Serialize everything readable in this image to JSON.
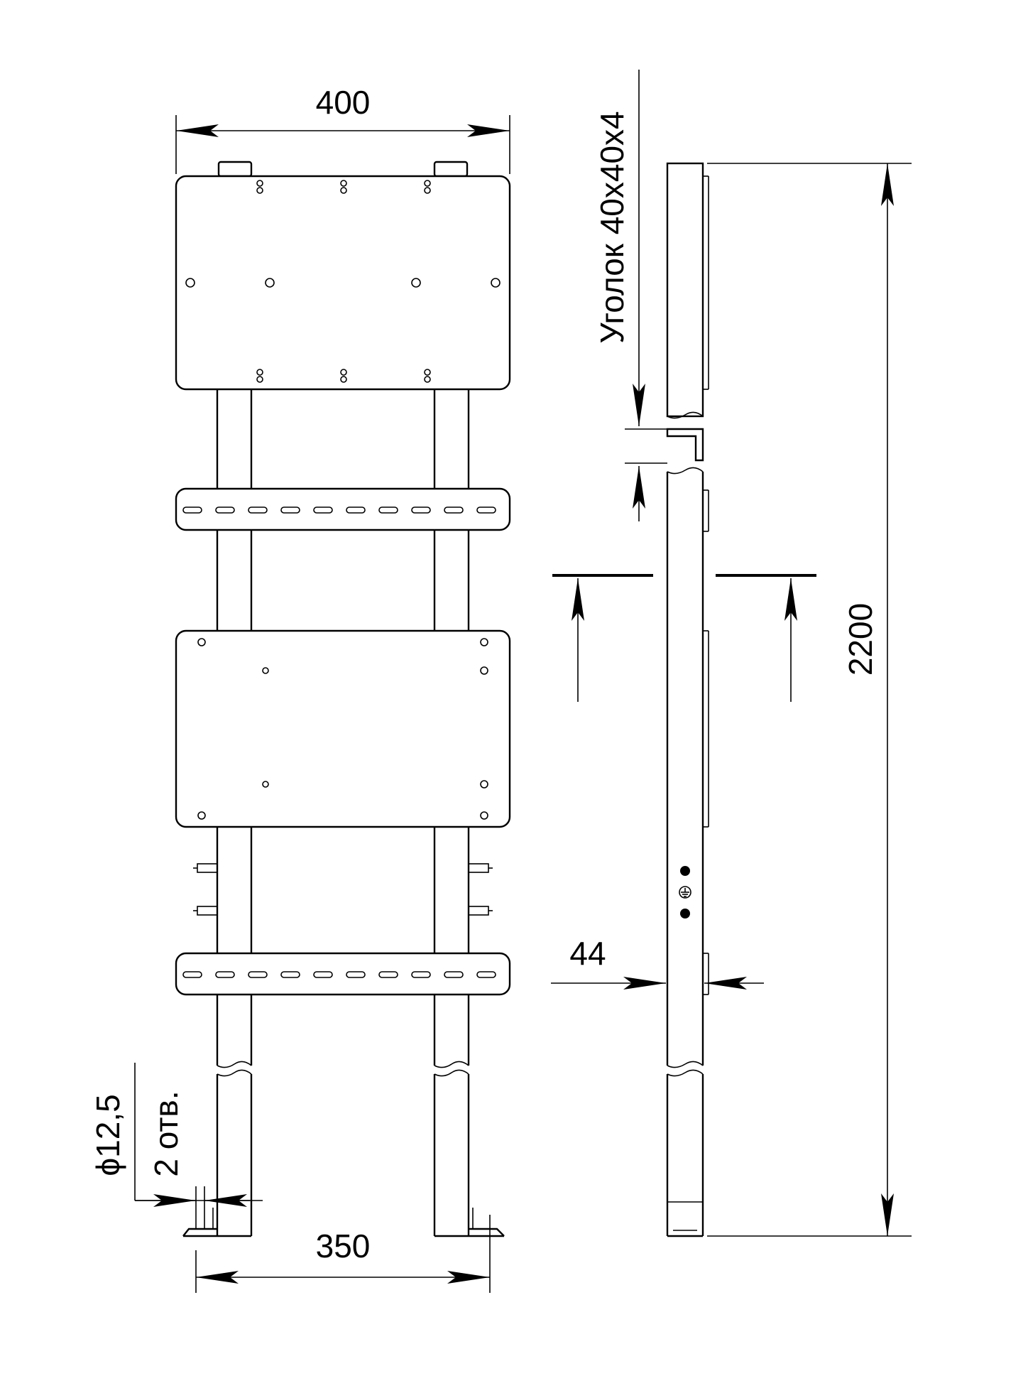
{
  "dimensions": {
    "width_top": "400",
    "width_bottom": "350",
    "height_total": "2200",
    "profile_width": "44",
    "angle_profile": "Уголок 40х40х4",
    "hole_diameter": "ϕ12,5",
    "hole_count": "2 отв."
  },
  "colors": {
    "ink": "#000000",
    "paper": "#ffffff"
  }
}
